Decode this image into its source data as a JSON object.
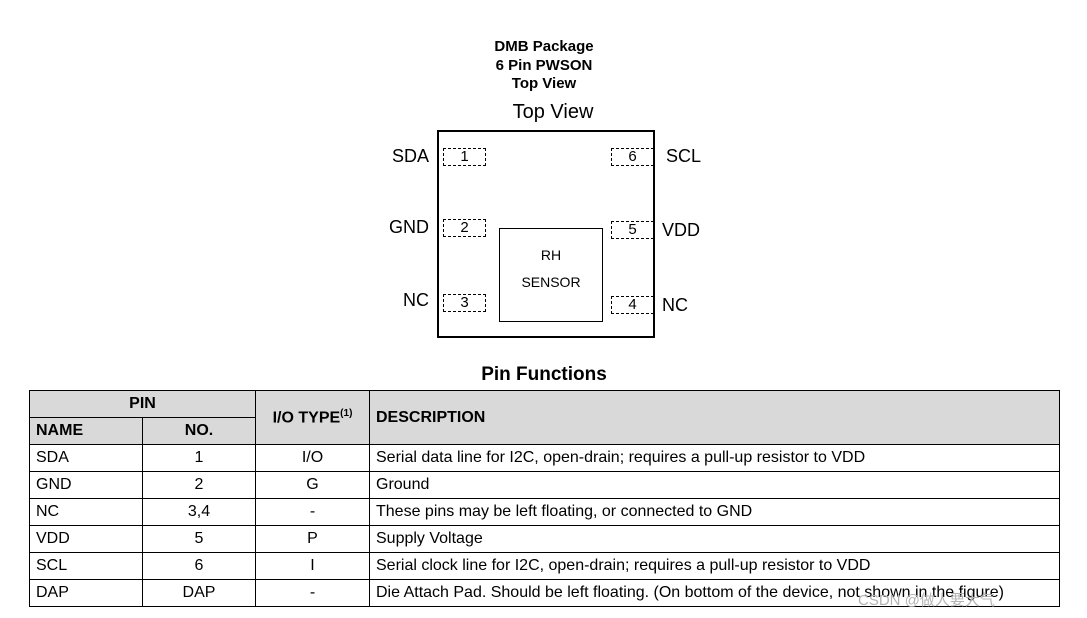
{
  "package": {
    "line1": "DMB Package",
    "line2": "6 Pin PWSON",
    "line3": "Top View"
  },
  "diagram": {
    "top_view": "Top View",
    "sensor_line1": "RH",
    "sensor_line2": "SENSOR",
    "pins": [
      {
        "number": "1",
        "name": "SDA"
      },
      {
        "number": "2",
        "name": "GND"
      },
      {
        "number": "3",
        "name": "NC"
      },
      {
        "number": "4",
        "name": "NC"
      },
      {
        "number": "5",
        "name": "VDD"
      },
      {
        "number": "6",
        "name": "SCL"
      }
    ]
  },
  "pin_functions": {
    "title": "Pin Functions",
    "headers": {
      "pin": "PIN",
      "name": "NAME",
      "no": "NO.",
      "io_type": "I/O TYPE",
      "io_type_footnote": "(1)",
      "description": "DESCRIPTION"
    },
    "rows": [
      {
        "name": "SDA",
        "no": "1",
        "io": "I/O",
        "description": "Serial data line for I2C, open-drain; requires a pull-up resistor to VDD"
      },
      {
        "name": "GND",
        "no": "2",
        "io": "G",
        "description": "Ground"
      },
      {
        "name": "NC",
        "no": "3,4",
        "io": "-",
        "description": "These pins may be left floating, or connected to GND"
      },
      {
        "name": "VDD",
        "no": "5",
        "io": "P",
        "description": "Supply Voltage"
      },
      {
        "name": "SCL",
        "no": "6",
        "io": "I",
        "description": "Serial clock line for I2C, open-drain; requires a pull-up resistor to VDD"
      },
      {
        "name": "DAP",
        "no": "DAP",
        "io": "-",
        "description": "Die Attach Pad. Should be left floating. (On bottom of the device, not shown in the figure)"
      }
    ]
  },
  "watermark": "CSDN @做人要大气"
}
